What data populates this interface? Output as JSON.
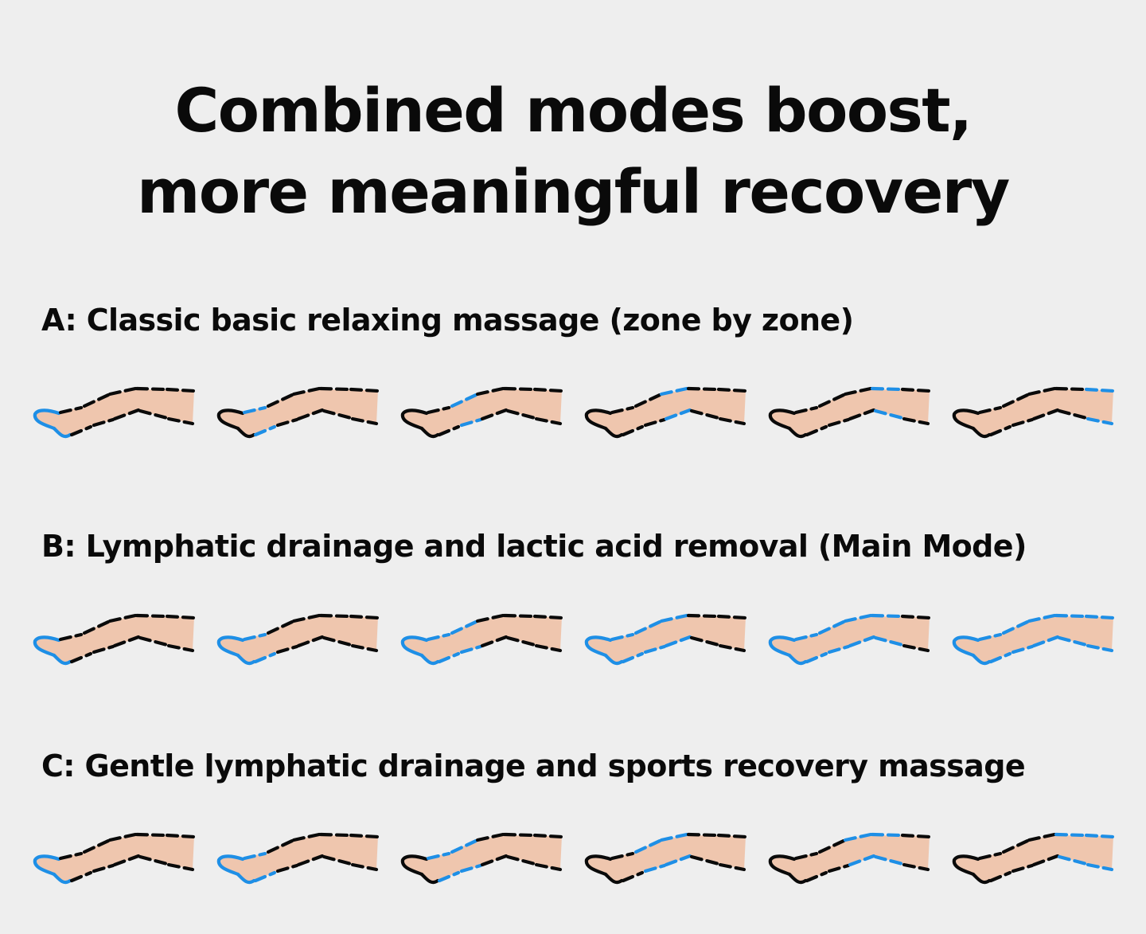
{
  "title": {
    "line1": "Combined modes boost,",
    "line2": "more meaningful recovery"
  },
  "colors": {
    "background": "#eeeeee",
    "leg_fill": "#efc6ae",
    "active": "#1e8fe6",
    "inactive": "#0a0a0a"
  },
  "zones": [
    "foot",
    "ankle",
    "calf",
    "knee",
    "lower-thigh",
    "upper-thigh"
  ],
  "modes": [
    {
      "id": "A",
      "label": "A: Classic basic relaxing massage (zone by zone)",
      "steps": [
        [
          1
        ],
        [
          2
        ],
        [
          3
        ],
        [
          4
        ],
        [
          5
        ],
        [
          6
        ]
      ]
    },
    {
      "id": "B",
      "label": "B: Lymphatic drainage and lactic acid removal (Main Mode)",
      "steps": [
        [
          1
        ],
        [
          1,
          2
        ],
        [
          1,
          2,
          3
        ],
        [
          1,
          2,
          3,
          4
        ],
        [
          1,
          2,
          3,
          4,
          5
        ],
        [
          1,
          2,
          3,
          4,
          5,
          6
        ]
      ]
    },
    {
      "id": "C",
      "label": "C: Gentle lymphatic drainage and sports recovery massage",
      "steps": [
        [
          1
        ],
        [
          1,
          2
        ],
        [
          2,
          3
        ],
        [
          3,
          4
        ],
        [
          4,
          5
        ],
        [
          5,
          6
        ]
      ]
    }
  ]
}
